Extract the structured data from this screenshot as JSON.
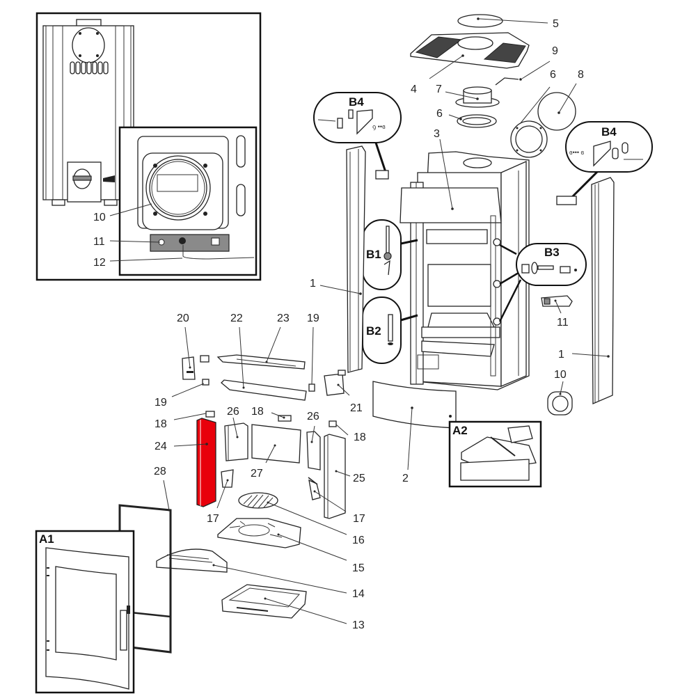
{
  "title": "Stove exploded parts diagram",
  "highlight_color": "#e8000b",
  "highlighted_part": "24",
  "insets": [
    {
      "id": "rear-view-inset",
      "labels": [
        "10",
        "11",
        "12"
      ]
    },
    {
      "id": "A1",
      "label": "A1"
    },
    {
      "id": "A2",
      "label": "A2"
    }
  ],
  "callouts": {
    "b1": "B1",
    "b2": "B2",
    "b3": "B3",
    "b4_left": "B4",
    "b4_right": "B4",
    "a1": "A1",
    "a2": "A2"
  },
  "part_labels": {
    "p1_left": "1",
    "p1_right": "1",
    "p2": "2",
    "p3": "3",
    "p4": "4",
    "p5": "5",
    "p6_a": "6",
    "p6_b": "6",
    "p7": "7",
    "p8": "8",
    "p9": "9",
    "p10_inset": "10",
    "p10": "10",
    "p11_inset": "11",
    "p11": "11",
    "p12": "12",
    "p13": "13",
    "p14": "14",
    "p15": "15",
    "p16": "16",
    "p17_a": "17",
    "p17_b": "17",
    "p18_a": "18",
    "p18_b": "18",
    "p18_c": "18",
    "p19_a": "19",
    "p19_b": "19",
    "p20": "20",
    "p21": "21",
    "p22": "22",
    "p23": "23",
    "p24": "24",
    "p25": "25",
    "p26_a": "26",
    "p26_b": "26",
    "p27": "27",
    "p28": "28"
  }
}
